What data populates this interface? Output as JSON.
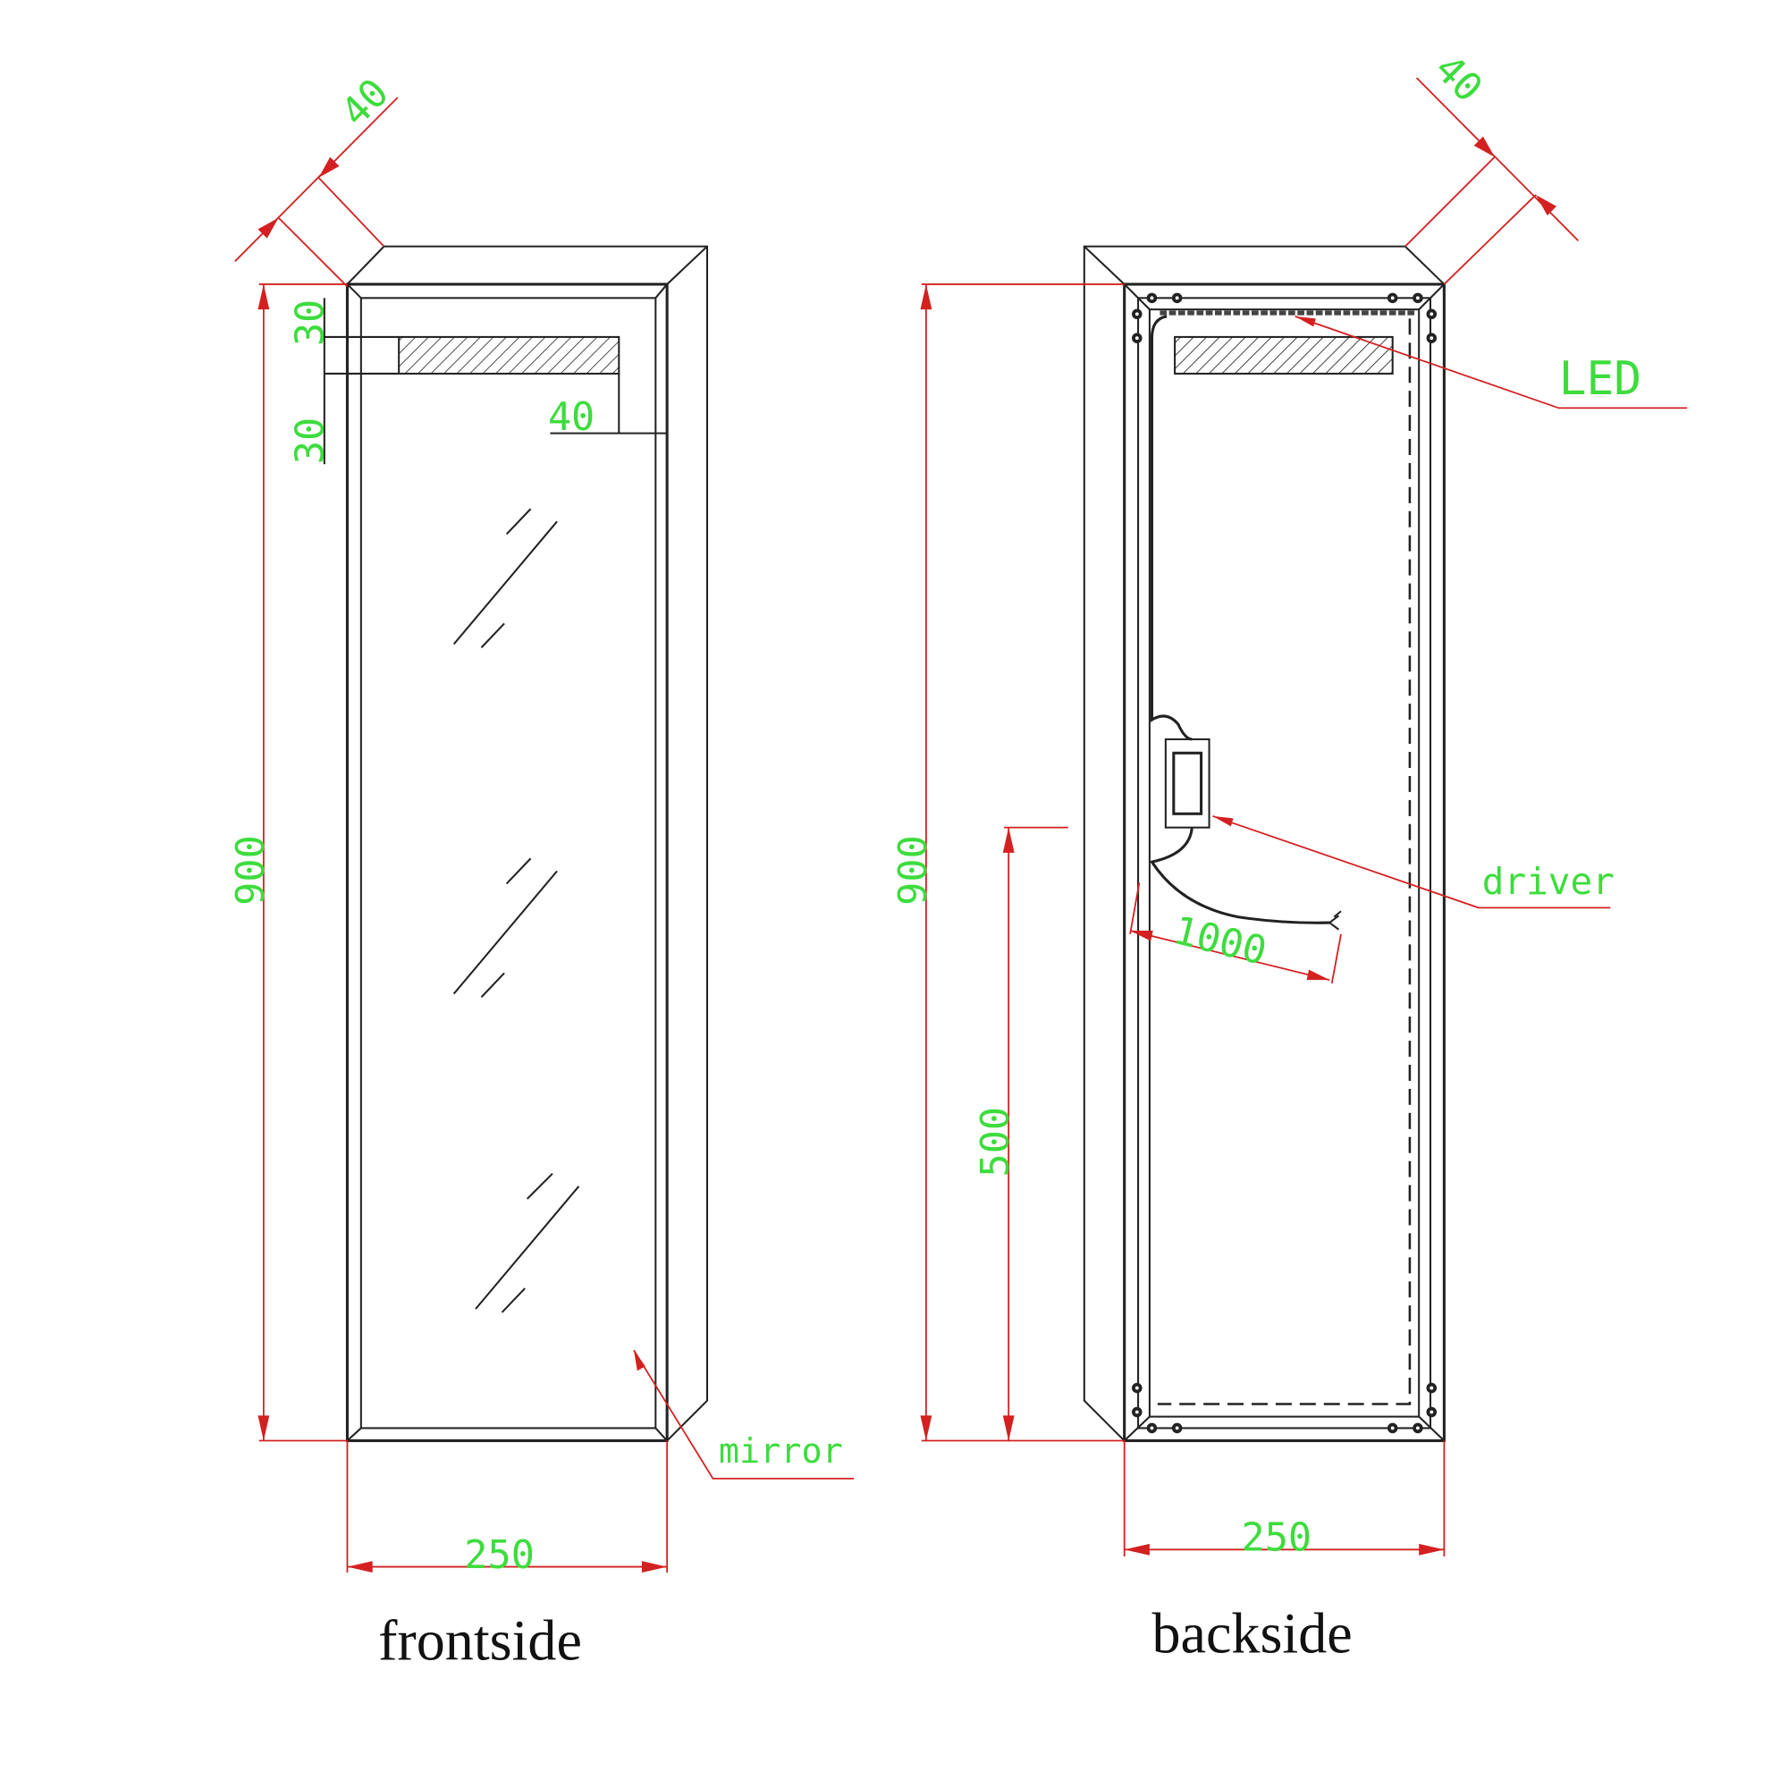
{
  "front": {
    "caption": "frontside",
    "dim_depth": "40",
    "dim_height": "900",
    "dim_width": "250",
    "dim_top_margin": "30",
    "dim_led_height": "30",
    "dim_led_side": "40",
    "label_mirror": "mirror"
  },
  "back": {
    "caption": "backside",
    "dim_depth": "40",
    "dim_height": "900",
    "dim_width": "250",
    "dim_driver_height": "500",
    "dim_cable": "1000",
    "label_led": "LED",
    "label_driver": "driver"
  },
  "colors": {
    "dimension": "#d42020",
    "text": "#3ddc3d",
    "line": "#222222"
  }
}
